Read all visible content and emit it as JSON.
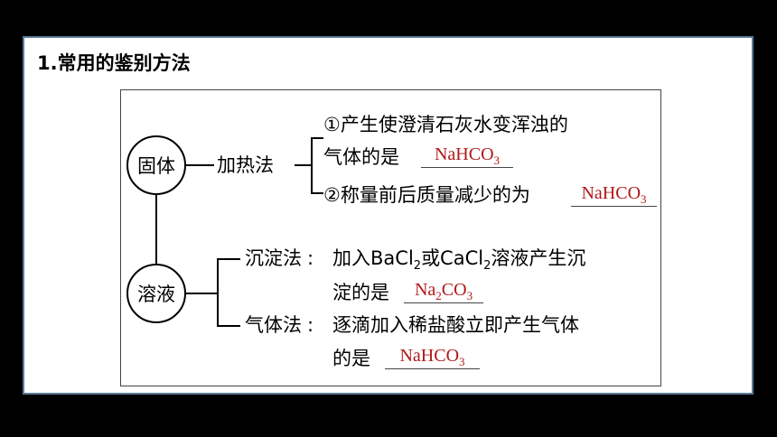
{
  "heading": "1.常用的鉴别方法",
  "solid": {
    "node": "固体",
    "method": "加热法",
    "item1_line1": "①产生使澄清石灰水变浑浊的",
    "item1_line2": "气体的是",
    "item1_answer": {
      "pre": "NaHCO",
      "sub": "3"
    },
    "item2_text": "②称量前后质量减少的为",
    "item2_answer": {
      "pre": "NaHCO",
      "sub": "3"
    }
  },
  "solution": {
    "node": "溶液",
    "method1": "沉淀法",
    "colon": ":",
    "method1_line1_a": "加入BaCl",
    "method1_line1_sub1": "2",
    "method1_line1_b": "或CaCl",
    "method1_line1_sub2": "2",
    "method1_line1_c": "溶液产生沉",
    "method1_line2": "淀的是",
    "method1_answer": {
      "pre": "Na",
      "sub": "2",
      "post": "CO",
      "sub2": "3"
    },
    "method2": "气体法",
    "method2_line1": "逐滴加入稀盐酸立即产生气体",
    "method2_line2": "的是",
    "method2_answer": {
      "pre": "NaHCO",
      "sub": "3"
    }
  }
}
